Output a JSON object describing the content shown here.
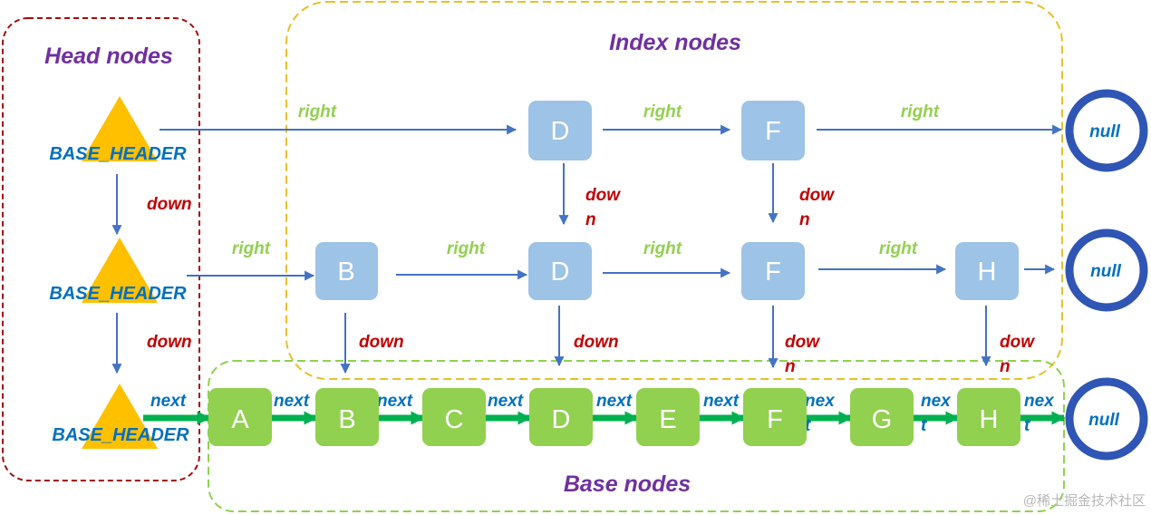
{
  "colors": {
    "head_group_border": "#a50b0b",
    "index_group_border": "#e9bf2b",
    "base_group_border": "#8fd14f",
    "group_title": "#7030a0",
    "index_node": "#9dc3e6",
    "base_node": "#92d050",
    "head_triangle": "#ffc000",
    "header_label": "#0070c0",
    "right_label": "#92d050",
    "down_label": "#c00000",
    "next_label": "#0070c0",
    "arrow_blue": "#4472c4",
    "arrow_green": "#00b050",
    "null_ring": "#2f55b5",
    "null_label": "#0070c0"
  },
  "groups": {
    "head": {
      "title": "Head nodes"
    },
    "index": {
      "title": "Index nodes"
    },
    "base": {
      "title": "Base nodes"
    }
  },
  "head_nodes": [
    {
      "label": "BASE_HEADER"
    },
    {
      "label": "BASE_HEADER"
    },
    {
      "label": "BASE_HEADER"
    }
  ],
  "index_levels": [
    {
      "nodes": [
        "D",
        "F"
      ]
    },
    {
      "nodes": [
        "B",
        "D",
        "F",
        "H"
      ]
    }
  ],
  "base_nodes": [
    "A",
    "B",
    "C",
    "D",
    "E",
    "F",
    "G",
    "H"
  ],
  "null_nodes": [
    {
      "label": "null"
    },
    {
      "label": "null"
    },
    {
      "label": "null"
    }
  ],
  "edge_labels": {
    "right": "right",
    "down": "down",
    "down_wrapped_line1": "dow",
    "down_wrapped_line2": "n",
    "next": "next",
    "next_wrapped_line1": "nex",
    "next_wrapped_line2": "t"
  },
  "watermark": "@稀土掘金技术社区"
}
